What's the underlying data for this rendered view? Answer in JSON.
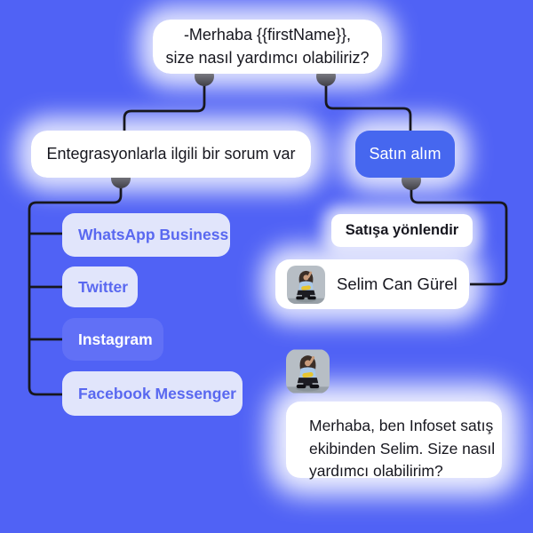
{
  "colors": {
    "background": "#5062F5",
    "connector_line": "#17171E",
    "text_dark": "#17171F",
    "node_white": "#FFFFFF",
    "primary_button": "#4667EF",
    "channel_chip_bg": "#E1E5FB",
    "channel_chip_text": "#5968F0",
    "channel_chip_active_bg": "#6170F6",
    "channel_chip_active_text": "#FFFFFF"
  },
  "flow": {
    "root_message": {
      "lines": [
        "-Merhaba {{firstName}},",
        "size nasıl yardımcı olabiliriz?"
      ]
    },
    "branch_integration": {
      "label": "Entegrasyonlarla ilgili bir sorum var"
    },
    "branch_purchase": {
      "label": "Satın alım"
    },
    "channels": [
      {
        "label": "WhatsApp Business"
      },
      {
        "label": "Twitter"
      },
      {
        "label": "Instagram"
      },
      {
        "label": "Facebook Messenger"
      }
    ],
    "sales_action": {
      "label": "Satışa yönlendir"
    },
    "agent": {
      "name": "Selim Can Gürel",
      "avatar_icon": "agent-photo"
    },
    "chat_message": {
      "avatar_icon": "agent-photo",
      "lines": [
        "Merhaba, ben Infoset satış",
        "ekibinden Selim. Size nasıl",
        "yardımcı olabilirim?"
      ]
    }
  }
}
